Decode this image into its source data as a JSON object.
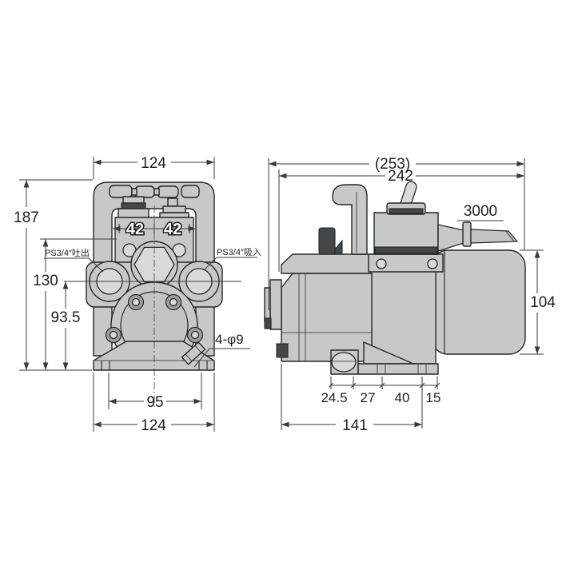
{
  "front_view": {
    "top_width": "124",
    "overall_height": "187",
    "port_pitch_left": "42",
    "port_pitch_right": "42",
    "discharge_label": "PS3/4″吐出",
    "suction_label": "PS3/4″吸入",
    "flange_height": "130",
    "port_center_height": "93.5",
    "mount_holes_label": "4-φ9",
    "foot_hole_pitch": "95",
    "base_width": "124"
  },
  "side_view": {
    "overall_length": "(253)",
    "body_length": "242",
    "cable_length": "3000",
    "motor_height": "104",
    "foot_dims": [
      "24.5",
      "27",
      "40",
      "15"
    ],
    "base_length": "141"
  },
  "colors": {
    "body_fill": "#c6c9c7",
    "body_fill_light": "#d8dad8",
    "dark_fill": "#43474a",
    "line": "#262626",
    "dim_line": "#3a3a3a",
    "text_color": "#1f1f1f",
    "paper": "#ffffff"
  }
}
